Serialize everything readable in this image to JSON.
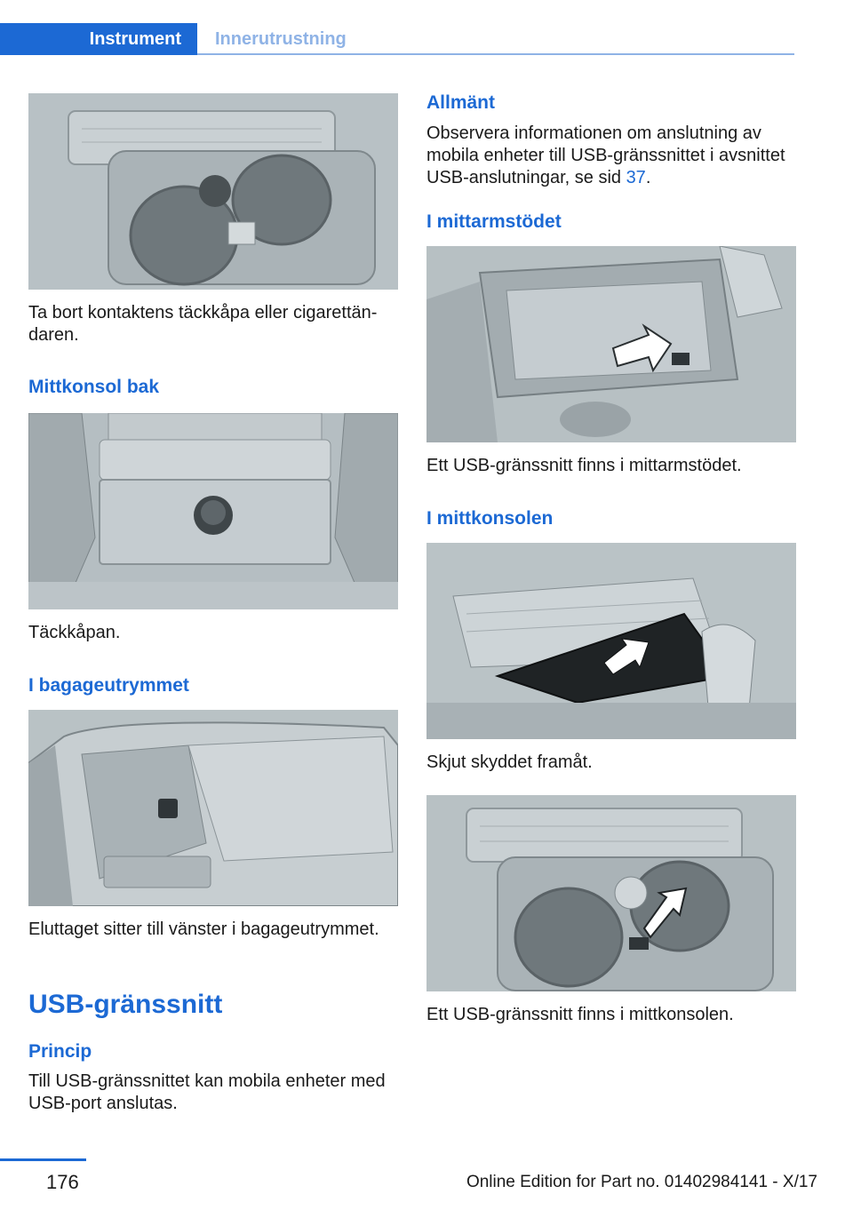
{
  "header": {
    "tab_active": "Instrument",
    "tab_inactive": "Innerutrustning"
  },
  "left": {
    "caption1": "Ta bort kontaktens täckkåpa eller cigarettän-daren.",
    "heading_mittkonsol": "Mittkonsol bak",
    "caption2": "Täckkåpan.",
    "heading_bagage": "I bagageutrymmet",
    "caption3": "Eluttaget sitter till vänster i bagageutrymmet.",
    "section_title": "USB-gränssnitt",
    "princip_heading": "Princip",
    "princip_text": "Till USB-gränssnittet kan mobila enheter med USB-port anslutas."
  },
  "right": {
    "allmant_heading": "Allmänt",
    "allmant_text_before": "Observera informationen om anslutning av mobila enheter till USB-gränssnittet i avsnittet USB-anslutningar, se sid ",
    "allmant_link": "37",
    "allmant_text_after": ".",
    "heading_armstod": "I mittarmstödet",
    "caption_armstod": "Ett USB-gränssnitt finns i mittarmstödet.",
    "heading_konsol": "I mittkonsolen",
    "caption_konsol": "Skjut skyddet framåt.",
    "caption_konsol2": "Ett USB-gränssnitt finns i mittkonsolen."
  },
  "footer": {
    "page_number": "176",
    "edition": "Online Edition for Part no. 01402984141 - X/17"
  }
}
